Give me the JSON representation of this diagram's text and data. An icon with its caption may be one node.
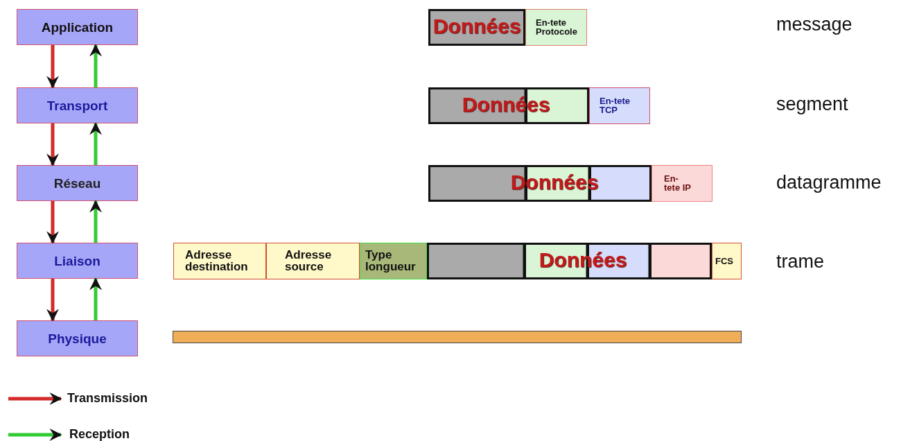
{
  "diagram": {
    "nodes": [
      {
        "text": [
          "Application"
        ]
      },
      {
        "text": [
          "Transport"
        ]
      },
      {
        "text": [
          "Réseau"
        ]
      },
      {
        "text": [
          "Liaison"
        ]
      },
      {
        "text": [
          "Physique"
        ]
      },
      {
        "text": [
          "Données"
        ]
      },
      {
        "text": [
          "En-tete Protocole"
        ]
      },
      {
        "text": [
          "Données"
        ]
      },
      {
        "text": [
          "En-tete TCP"
        ]
      },
      {
        "text": [
          "Données"
        ]
      },
      {
        "text": [
          "En-tete IP"
        ]
      },
      {
        "text": [
          "Adresse destination"
        ]
      },
      {
        "text": [
          "Adresse source"
        ]
      },
      {
        "text": [
          "Type longueur"
        ]
      },
      {
        "text": [
          "Données"
        ]
      },
      {
        "text": [
          "FCS"
        ]
      },
      {
        "text": [],
        "shape": "bar"
      }
    ],
    "edges": [
      {
        "from": 0,
        "to": 1,
        "arrow": "to",
        "color": "#d42a2a"
      },
      {
        "from": 1,
        "to": 2,
        "arrow": "to",
        "color": "#d42a2a"
      },
      {
        "from": 2,
        "to": 3,
        "arrow": "to",
        "color": "#d42a2a"
      },
      {
        "from": 3,
        "to": 4,
        "arrow": "to",
        "color": "#d42a2a"
      },
      {
        "from": 1,
        "to": 0,
        "arrow": "to",
        "color": "#33cc33"
      },
      {
        "from": 2,
        "to": 1,
        "arrow": "to",
        "color": "#33cc33"
      },
      {
        "from": 3,
        "to": 2,
        "arrow": "to",
        "color": "#33cc33"
      },
      {
        "from": 4,
        "to": 3,
        "arrow": "to",
        "color": "#33cc33"
      }
    ],
    "labels": [
      "message",
      "segment",
      "datagramme",
      "trame"
    ],
    "legend": [
      {
        "text": "Transmission"
      },
      {
        "text": "Reception"
      }
    ]
  }
}
